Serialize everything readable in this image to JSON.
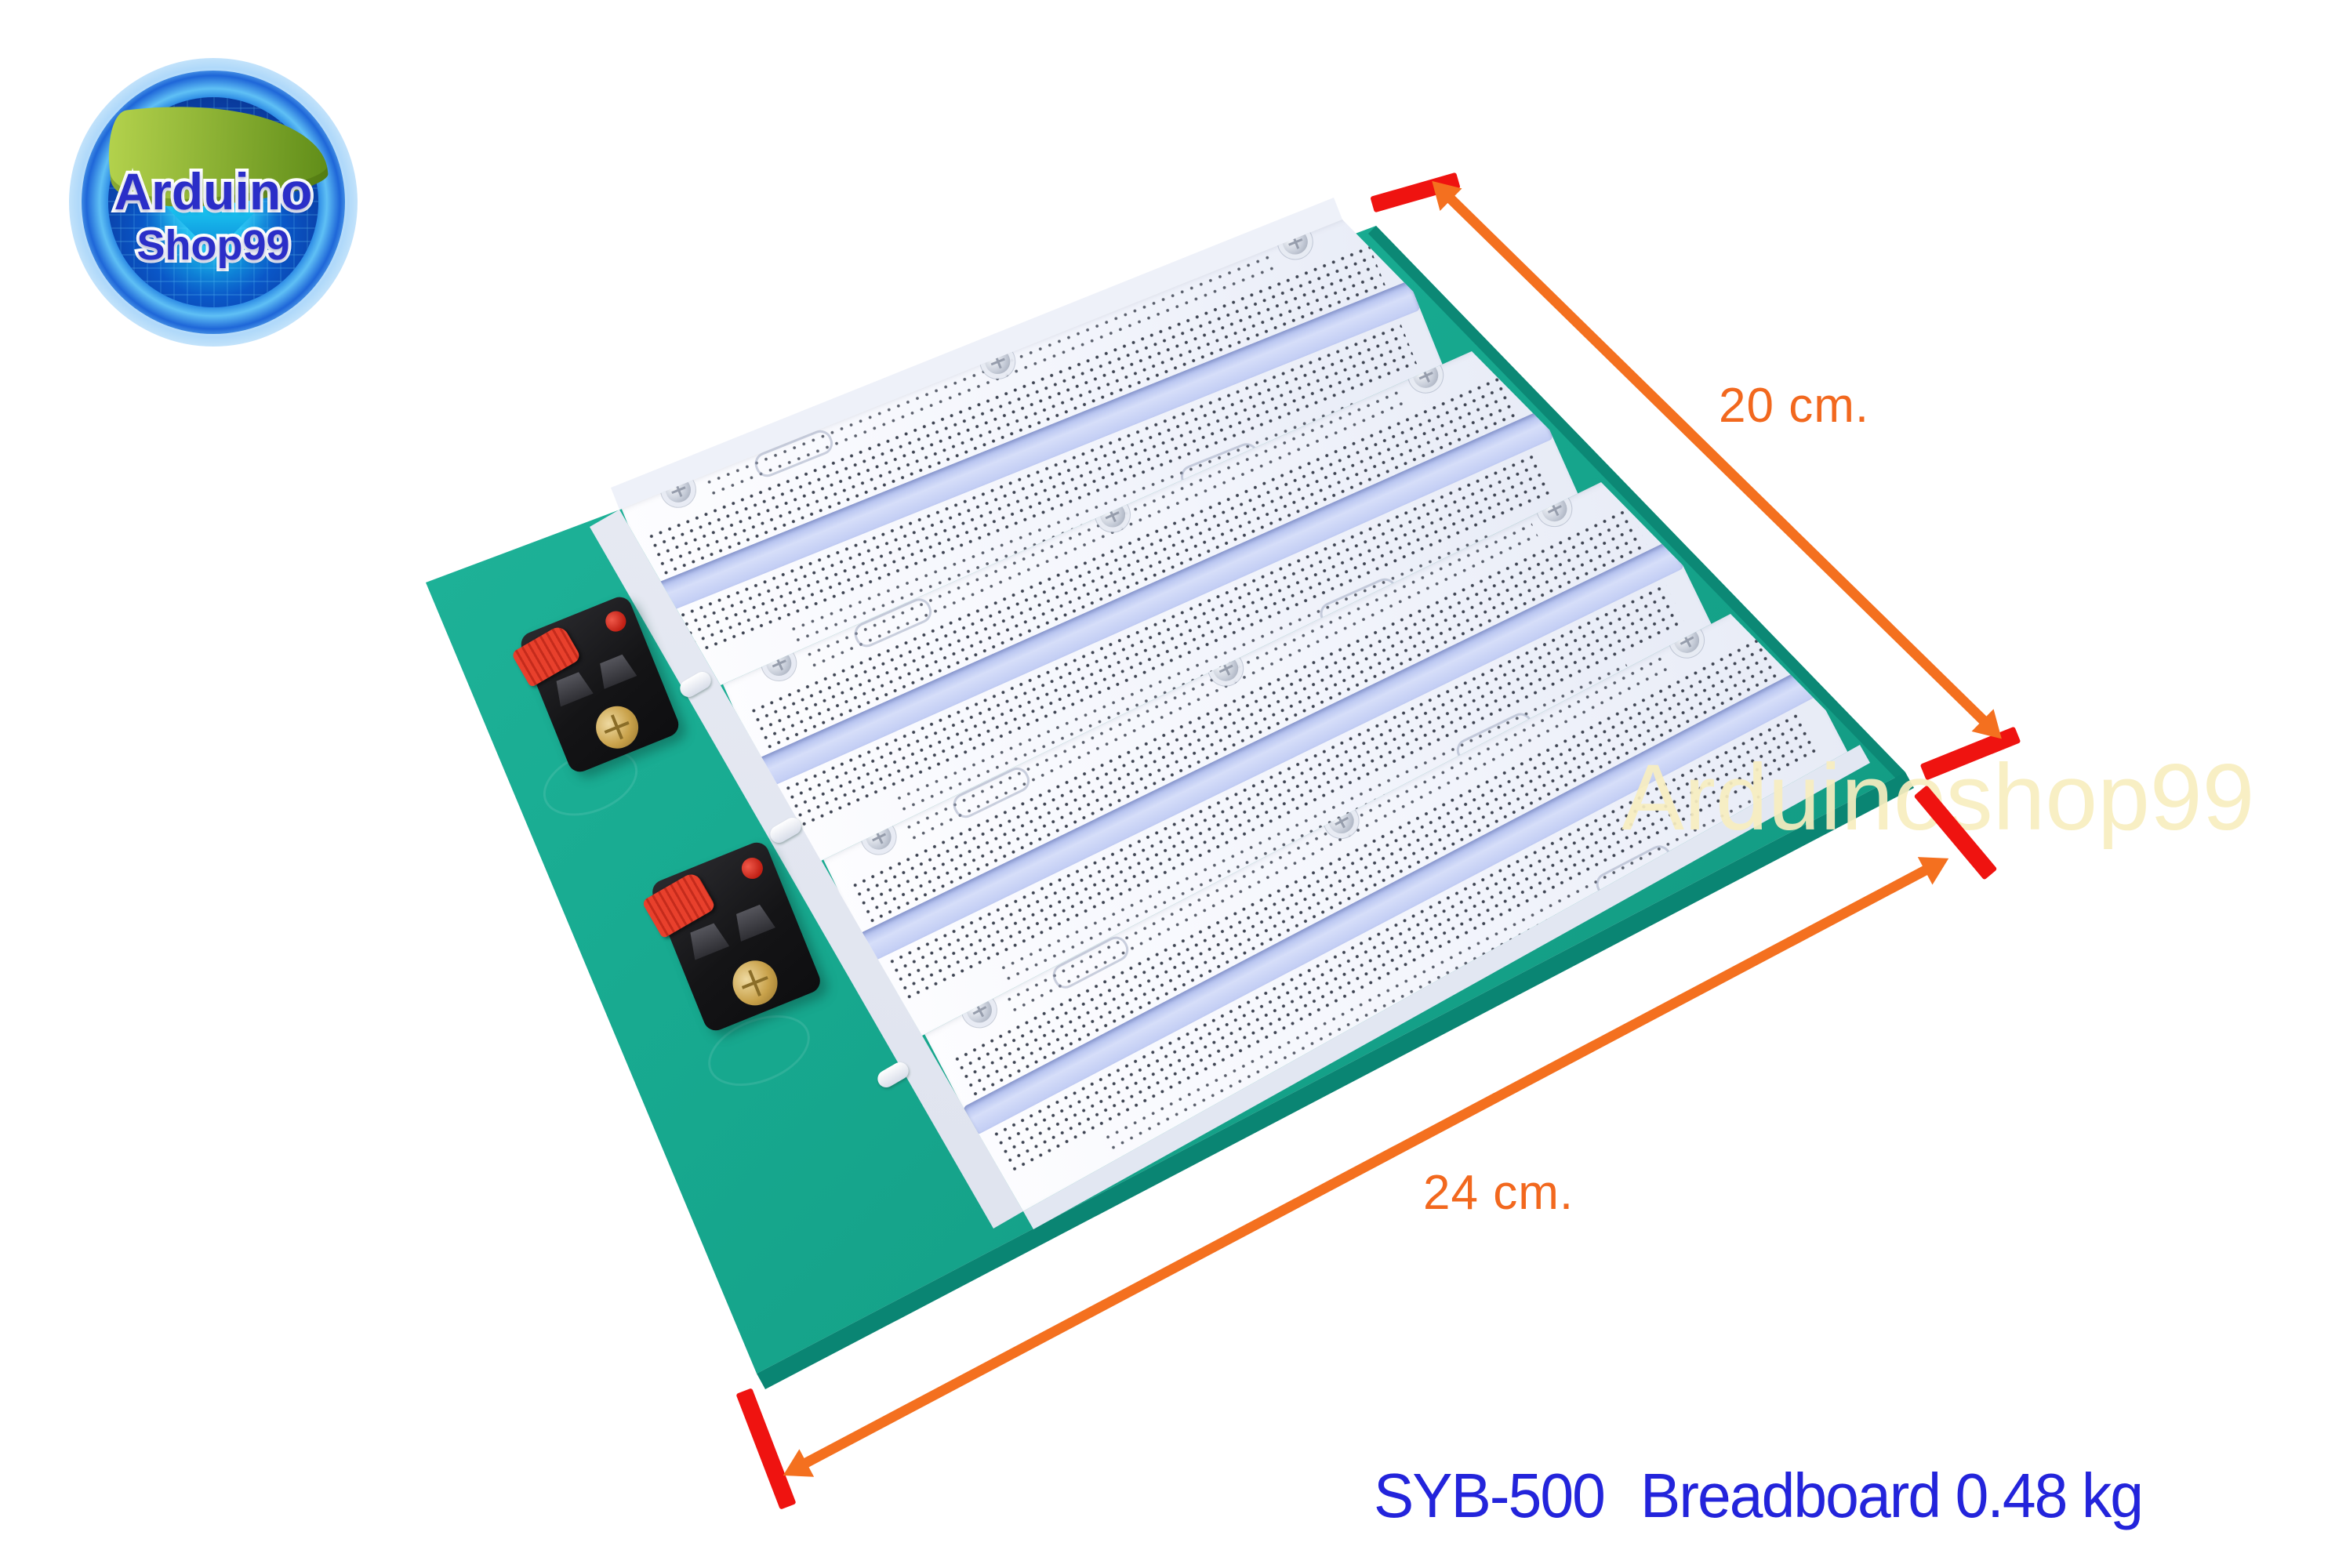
{
  "logo": {
    "line1": "Arduino",
    "line2": "Shop99"
  },
  "dimensions": {
    "height_label": "20 cm.",
    "width_label": "24 cm."
  },
  "watermark": "Arduinoshop99",
  "caption": {
    "model": "SYB-500",
    "description": "Breadboard 0.48 kg"
  },
  "colors": {
    "plate_teal": "#18AB91",
    "plate_edge": "#0A8573",
    "breadboard_white": "#F3F5FC",
    "channel_blue": "#C2CDF4",
    "arrow_orange": "#F4701F",
    "tick_red": "#EF1310",
    "label_orange": "#F2681E",
    "caption_blue": "#2324DB",
    "watermark_yellow": "#F8EEC0",
    "lever_red": "#E8402C"
  }
}
